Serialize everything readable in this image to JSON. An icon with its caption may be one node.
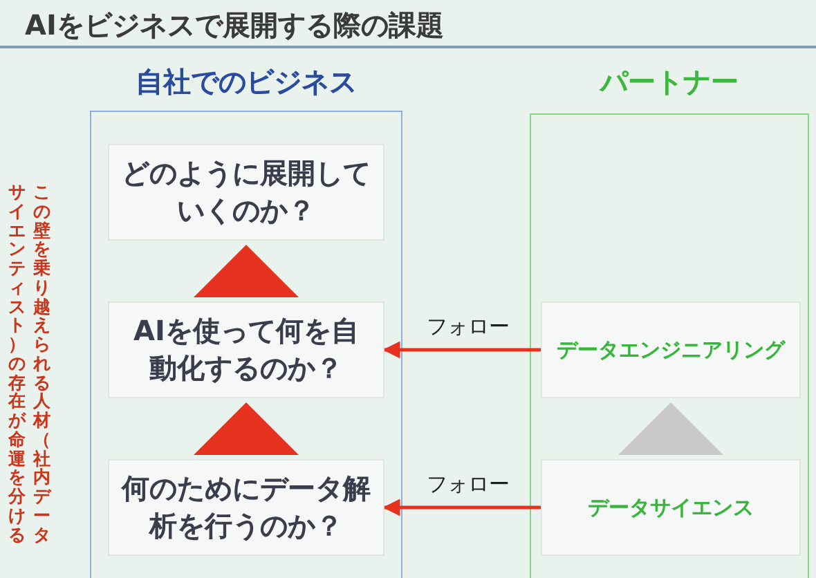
{
  "diagram": {
    "title": "AIをビジネスで展開する際の課題",
    "nodes": [
      {
        "text": [
          "自社でのビジネス"
        ]
      },
      {
        "text": [
          "どのように展開していくのか？"
        ],
        "in": 0
      },
      {
        "text": [
          "AIを使って何を自動化するのか？"
        ],
        "in": 0
      },
      {
        "text": [
          "何のためにデータ解析を行うのか？"
        ],
        "in": 0
      },
      {
        "text": [
          "パートナー"
        ]
      },
      {
        "text": [
          "データエンジニアリング"
        ],
        "in": 4
      },
      {
        "text": [
          "データサイエンス"
        ],
        "in": 4
      }
    ],
    "edges": [
      {
        "from": 2,
        "to": 1,
        "arrow": "to"
      },
      {
        "from": 5,
        "to": 2,
        "arrow": "to",
        "label": "フォロー"
      },
      {
        "from": 3,
        "to": 2,
        "arrow": "to"
      },
      {
        "from": 6,
        "to": 5,
        "arrow": "to",
        "color": "#c8c8c8"
      },
      {
        "from": 6,
        "to": 3,
        "arrow": "to",
        "label": "フォロー"
      }
    ],
    "labels": [
      "この壁を乗り越えられる人材（社内データ",
      "サイエンティスト）の存在が命運を分ける"
    ]
  }
}
